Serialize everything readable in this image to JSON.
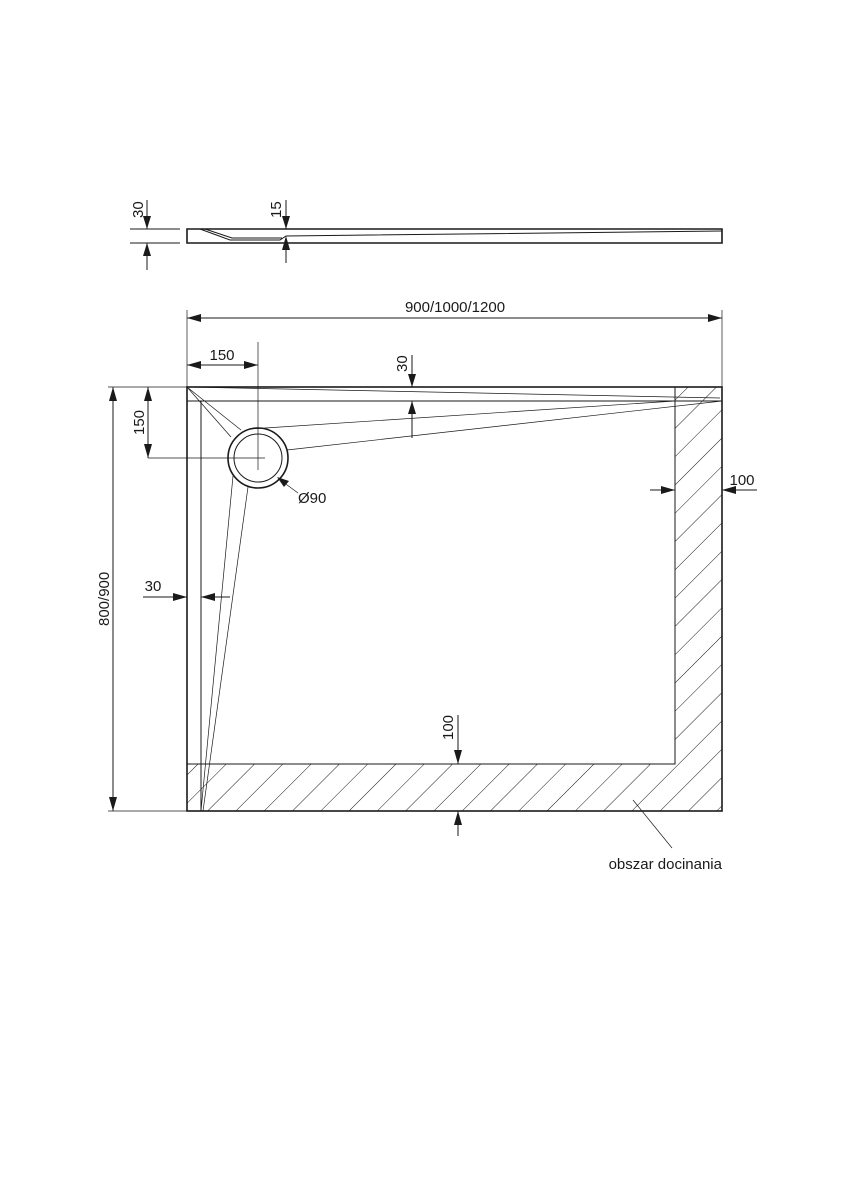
{
  "drawing": {
    "side_view": {
      "height_dim": "30",
      "drain_depth_dim": "15"
    },
    "plan_view": {
      "width_dim": "900/1000/1200",
      "length_dim": "800/900",
      "drain_offset_x_dim": "150",
      "drain_offset_y_dim": "150",
      "top_rim_dim": "30",
      "left_rim_dim": "30",
      "right_cut_dim": "100",
      "bottom_cut_dim": "100",
      "drain_diameter": "Ø90",
      "cut_area_label": "obszar docinania"
    },
    "line_color": "#1a1a1a"
  }
}
